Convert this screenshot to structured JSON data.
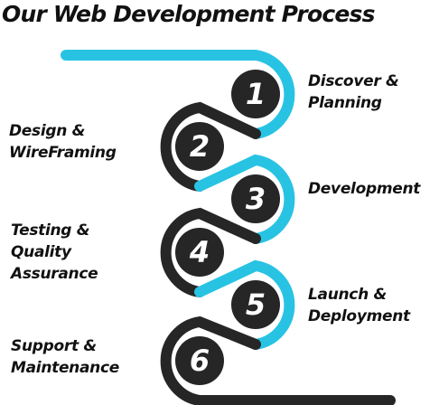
{
  "title": "Our Web Development Process",
  "colors": {
    "accent": "#28C3E3",
    "dark": "#262626",
    "text": "#111111",
    "number": "#ffffff"
  },
  "steps": [
    {
      "number": "1",
      "label_lines": [
        "Discover &",
        "Planning"
      ]
    },
    {
      "number": "2",
      "label_lines": [
        "Design &",
        "WireFraming"
      ]
    },
    {
      "number": "3",
      "label_lines": [
        "Development"
      ]
    },
    {
      "number": "4",
      "label_lines": [
        "Testing &",
        "Quality",
        "Assurance"
      ]
    },
    {
      "number": "5",
      "label_lines": [
        "Launch &",
        "Deployment"
      ]
    },
    {
      "number": "6",
      "label_lines": [
        "Support &",
        "Maintenance"
      ]
    }
  ]
}
